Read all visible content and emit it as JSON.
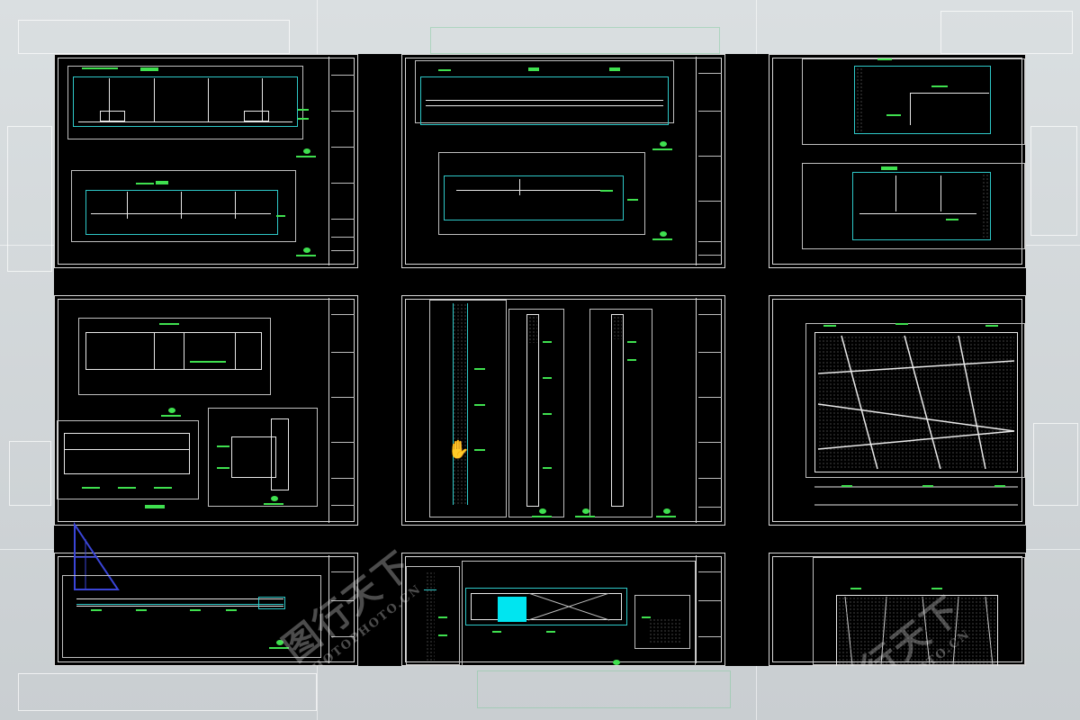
{
  "watermark": {
    "brand_text": "图行天下",
    "site_text": "PHOTOPHOTO.CN"
  },
  "cursor": {
    "icon": "hand-cursor-icon"
  },
  "sheets": [
    {
      "id": "a1",
      "icon": "drawing-sheet-icon"
    },
    {
      "id": "a2",
      "icon": "drawing-sheet-icon"
    },
    {
      "id": "a3",
      "icon": "drawing-sheet-icon"
    },
    {
      "id": "b1",
      "icon": "drawing-sheet-icon"
    },
    {
      "id": "b2",
      "icon": "drawing-sheet-icon"
    },
    {
      "id": "b3",
      "icon": "drawing-sheet-icon"
    },
    {
      "id": "c1",
      "icon": "drawing-sheet-icon"
    },
    {
      "id": "c2",
      "icon": "drawing-sheet-icon"
    },
    {
      "id": "c3",
      "icon": "drawing-sheet-icon"
    }
  ],
  "colors": {
    "canvas_bg": "#000000",
    "line_white": "#e8e8e8",
    "line_green": "#3fe04f",
    "line_cyan": "#2ec8c8",
    "fill_cyan": "#00e5f0",
    "ucs_blue": "#3a45d8"
  }
}
